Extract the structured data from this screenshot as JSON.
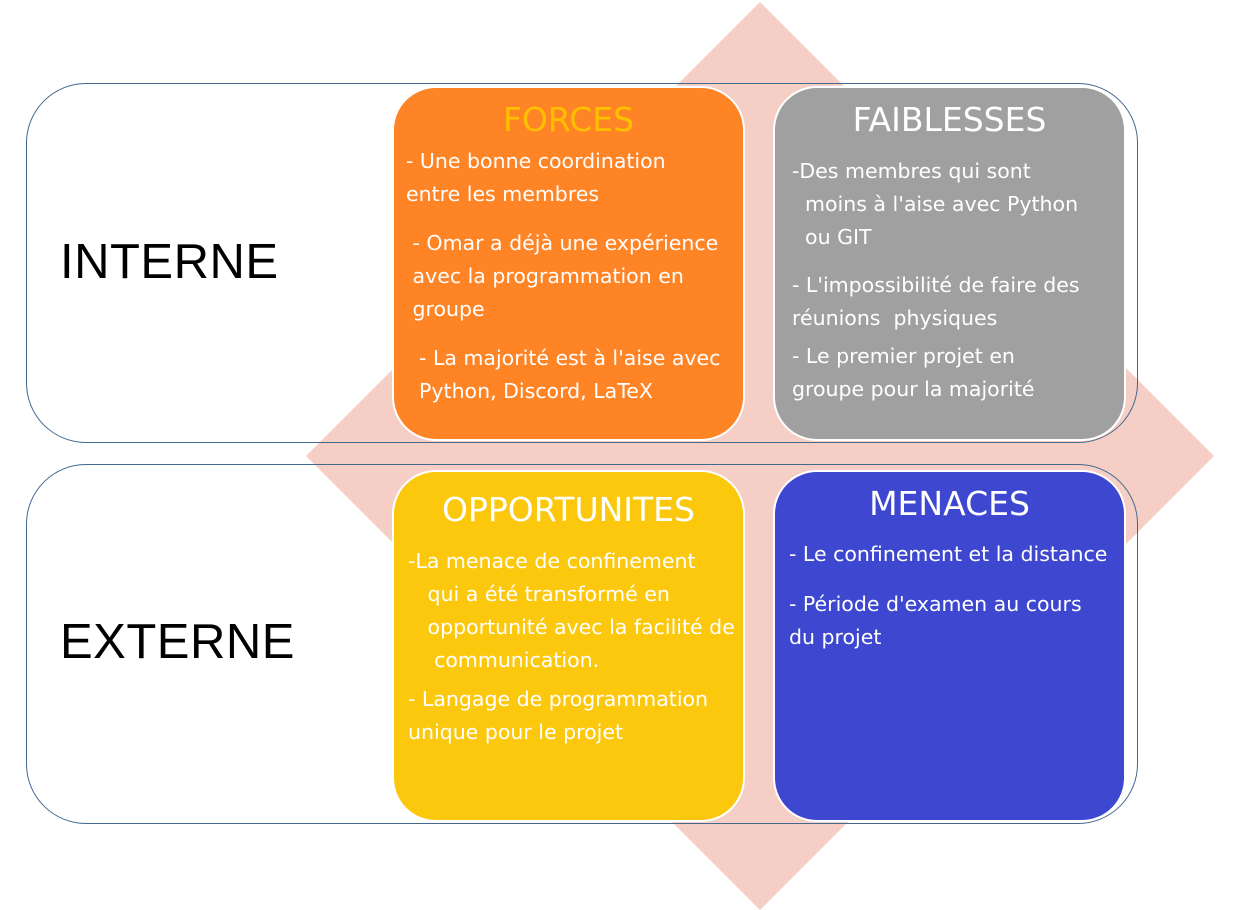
{
  "colors": {
    "diamond": "#f5cfc6",
    "band_border": "#44698f",
    "forces": "#ff8426",
    "forces_title": "#ffc000",
    "faiblesses": "#a0a0a0",
    "opportunites": "#fcc80e",
    "menaces": "#3e47cf",
    "text_on_box": "#ffffff"
  },
  "rows": {
    "interne": "INTERNE",
    "externe": "EXTERNE"
  },
  "forces": {
    "title": "FORCES",
    "items": [
      "- Une bonne coordination\nentre les membres",
      " - Omar a déjà une expérience\n avec la programmation en\n groupe",
      "  - La majorité est à l'aise avec\n  Python, Discord, LaTeX"
    ]
  },
  "faiblesses": {
    "title": "FAIBLESSES",
    "items": [
      "-Des membres qui sont\n  moins à l'aise avec Python\n  ou GIT",
      "- L'impossibilité de faire des\nréunions  physiques",
      "- Le premier projet en\ngroupe pour la majorité"
    ]
  },
  "opportunites": {
    "title": "OPPORTUNITES",
    "items": [
      "-La menace de confinement\n   qui a été transformé en\n   opportunité avec la facilité de\n    communication.",
      "- Langage de programmation\nunique pour le projet"
    ]
  },
  "menaces": {
    "title": "MENACES",
    "items": [
      "- Le confinement et la distance",
      "- Période d'examen au cours\ndu projet"
    ]
  }
}
